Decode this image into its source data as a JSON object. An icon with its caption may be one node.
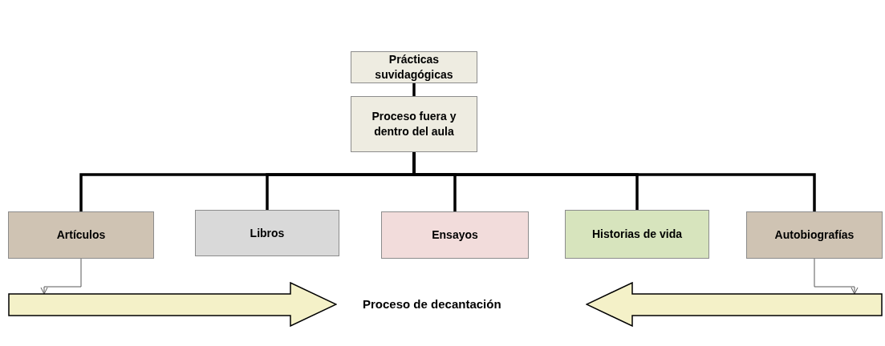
{
  "diagram": {
    "nodes": [
      {
        "text": [
          "Prácticas suvidagógicas"
        ]
      },
      {
        "text": [
          "Proceso fuera y dentro del aula"
        ]
      },
      {
        "text": [
          "Artículos"
        ]
      },
      {
        "text": [
          "Libros"
        ]
      },
      {
        "text": [
          "Ensayos"
        ]
      },
      {
        "text": [
          "Historias de vida"
        ]
      },
      {
        "text": [
          "Autobiografías"
        ]
      },
      {
        "text": [],
        "shape": "arrow"
      },
      {
        "text": [],
        "shape": "arrow"
      }
    ],
    "edges": [
      {
        "from": 0,
        "to": 1,
        "arrow": "none"
      },
      {
        "from": 1,
        "to": 2,
        "arrow": "none"
      },
      {
        "from": 1,
        "to": 3,
        "arrow": "none"
      },
      {
        "from": 1,
        "to": 4,
        "arrow": "none"
      },
      {
        "from": 1,
        "to": 5,
        "arrow": "none"
      },
      {
        "from": 1,
        "to": 6,
        "arrow": "none"
      },
      {
        "from": 2,
        "to": 7,
        "arrow": "to",
        "color": "#595959"
      },
      {
        "from": 6,
        "to": 8,
        "arrow": "to",
        "color": "#595959"
      }
    ],
    "labels": [
      "Proceso de decantación"
    ]
  }
}
